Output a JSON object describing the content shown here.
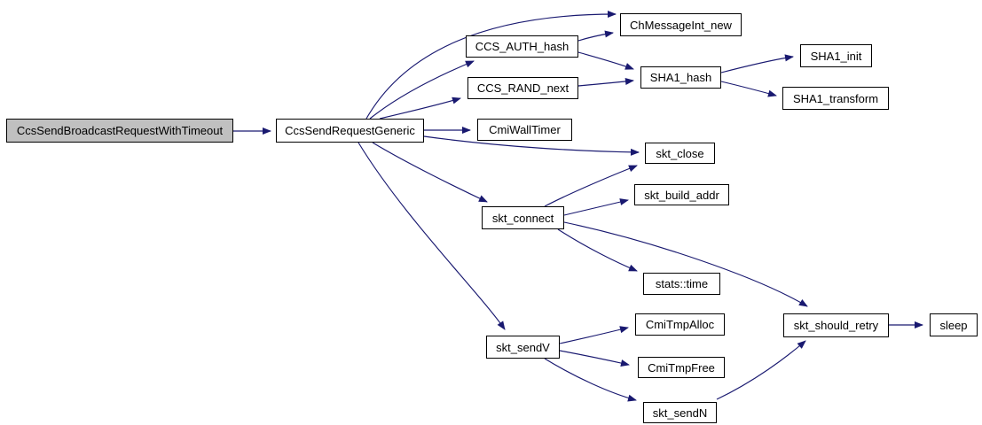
{
  "graph": {
    "type": "call-graph",
    "colors": {
      "background": "#ffffff",
      "edge": "#191970",
      "node-border": "#000000",
      "node-fill": "#ffffff",
      "root-fill": "#c0c0c0"
    },
    "nodes": [
      {
        "id": "root",
        "label": "CcsSendBroadcastRequestWithTimeout"
      },
      {
        "id": "generic",
        "label": "CcsSendRequestGeneric"
      },
      {
        "id": "chmessageint_new",
        "label": "ChMessageInt_new"
      },
      {
        "id": "ccs_auth_hash",
        "label": "CCS_AUTH_hash"
      },
      {
        "id": "ccs_rand_next",
        "label": "CCS_RAND_next"
      },
      {
        "id": "sha1_hash",
        "label": "SHA1_hash"
      },
      {
        "id": "sha1_init",
        "label": "SHA1_init"
      },
      {
        "id": "sha1_transform",
        "label": "SHA1_transform"
      },
      {
        "id": "cmiwalltimer",
        "label": "CmiWallTimer"
      },
      {
        "id": "skt_close",
        "label": "skt_close"
      },
      {
        "id": "skt_build_addr",
        "label": "skt_build_addr"
      },
      {
        "id": "skt_connect",
        "label": "skt_connect"
      },
      {
        "id": "stats_time",
        "label": "stats::time"
      },
      {
        "id": "skt_sendv",
        "label": "skt_sendV"
      },
      {
        "id": "cmitmpalloc",
        "label": "CmiTmpAlloc"
      },
      {
        "id": "cmitmpfree",
        "label": "CmiTmpFree"
      },
      {
        "id": "skt_sendn",
        "label": "skt_sendN"
      },
      {
        "id": "skt_should_retry",
        "label": "skt_should_retry"
      },
      {
        "id": "sleep",
        "label": "sleep"
      }
    ],
    "edges": [
      {
        "from": "CcsSendBroadcastRequestWithTimeout",
        "to": "CcsSendRequestGeneric"
      },
      {
        "from": "CcsSendRequestGeneric",
        "to": "ChMessageInt_new"
      },
      {
        "from": "CcsSendRequestGeneric",
        "to": "CCS_AUTH_hash"
      },
      {
        "from": "CcsSendRequestGeneric",
        "to": "CCS_RAND_next"
      },
      {
        "from": "CcsSendRequestGeneric",
        "to": "CmiWallTimer"
      },
      {
        "from": "CcsSendRequestGeneric",
        "to": "skt_close"
      },
      {
        "from": "CcsSendRequestGeneric",
        "to": "skt_connect"
      },
      {
        "from": "CcsSendRequestGeneric",
        "to": "skt_sendV"
      },
      {
        "from": "CCS_AUTH_hash",
        "to": "ChMessageInt_new"
      },
      {
        "from": "CCS_AUTH_hash",
        "to": "SHA1_hash"
      },
      {
        "from": "CCS_RAND_next",
        "to": "SHA1_hash"
      },
      {
        "from": "SHA1_hash",
        "to": "SHA1_init"
      },
      {
        "from": "SHA1_hash",
        "to": "SHA1_transform"
      },
      {
        "from": "skt_connect",
        "to": "skt_close"
      },
      {
        "from": "skt_connect",
        "to": "skt_build_addr"
      },
      {
        "from": "skt_connect",
        "to": "stats::time"
      },
      {
        "from": "skt_connect",
        "to": "skt_should_retry"
      },
      {
        "from": "skt_sendV",
        "to": "CmiTmpAlloc"
      },
      {
        "from": "skt_sendV",
        "to": "CmiTmpFree"
      },
      {
        "from": "skt_sendV",
        "to": "skt_sendN"
      },
      {
        "from": "skt_sendN",
        "to": "skt_should_retry"
      },
      {
        "from": "skt_should_retry",
        "to": "sleep"
      }
    ]
  }
}
